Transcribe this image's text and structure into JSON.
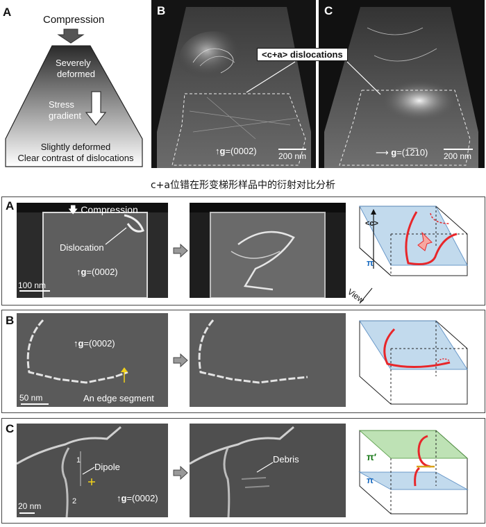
{
  "top": {
    "panelA": {
      "label": "A",
      "compression": "Compression",
      "severe": [
        "Severely",
        "deformed"
      ],
      "stress": [
        "Stress",
        "gradient"
      ],
      "slight": [
        "Slightly deformed",
        "Clear contrast of dislocations"
      ]
    },
    "panelB": {
      "label": "B",
      "g_prefix": "g",
      "g_value": "=(0002)",
      "scale": "200 nm"
    },
    "panelC": {
      "label": "C",
      "g_prefix": "g",
      "g_value": "=(1̅2̅10)",
      "scale": "200 nm"
    },
    "callout": "<c+a> dislocations"
  },
  "caption": "c+a位错在形变梯形样品中的衍射对比分析",
  "rowA": {
    "label": "A",
    "compression": "Compression",
    "dislocation": "Dislocation",
    "g_prefix": "g",
    "g_value": "=(0002)",
    "scale": "100 nm",
    "c_label": "<c>",
    "pi_label": "π",
    "view_label": "View"
  },
  "rowB": {
    "label": "B",
    "g_prefix": "g",
    "g_value": "=(0002)",
    "edge": "An edge segment",
    "scale": "50 nm"
  },
  "rowC": {
    "label": "C",
    "mark1": "1",
    "mark2": "2",
    "dipole": "Dipole",
    "debris": "Debris",
    "g_prefix": "g",
    "g_value": "=(0002)",
    "scale": "20 nm",
    "pi_prime": "π′",
    "pi_label": "π"
  },
  "colors": {
    "dislocation_red": "#e8262a",
    "plane_blue": "#bcd6ec",
    "plane_green": "#b8dfae",
    "pi_blue": "#1f6fc2",
    "pi_green": "#1a7a1a",
    "marker_yellow": "#f2d21a"
  }
}
